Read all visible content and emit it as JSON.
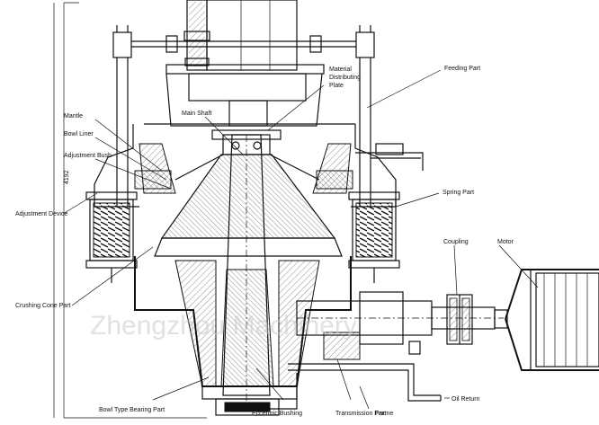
{
  "labels": {
    "mantle": "Mantle",
    "bowl_liner": "Bowl Liner",
    "adjustment_bush": "Adjustment Bush",
    "adjustment_device": "Adjustment Device",
    "crushing_cone_part": "Crushing Cone Part",
    "bowl_type_bearing_part": "Bowl Type Bearing Part",
    "eccentric_bushing": "Eccentric Bushing",
    "transmission_part": "Transmission Part",
    "frame": "Frame",
    "main_shaft": "Main Shaft",
    "material_distributing_plate_line1": "Material",
    "material_distributing_plate_line2": "Distributing",
    "material_distributing_plate_line3": "Plate",
    "feeding_part": "Feeding Part",
    "spring_part": "Spring Part",
    "coupling": "Coupling",
    "motor": "Motor",
    "oil_return": "Oil Return",
    "dimension": "4192"
  },
  "watermark": "Zhengzhou Machinery"
}
